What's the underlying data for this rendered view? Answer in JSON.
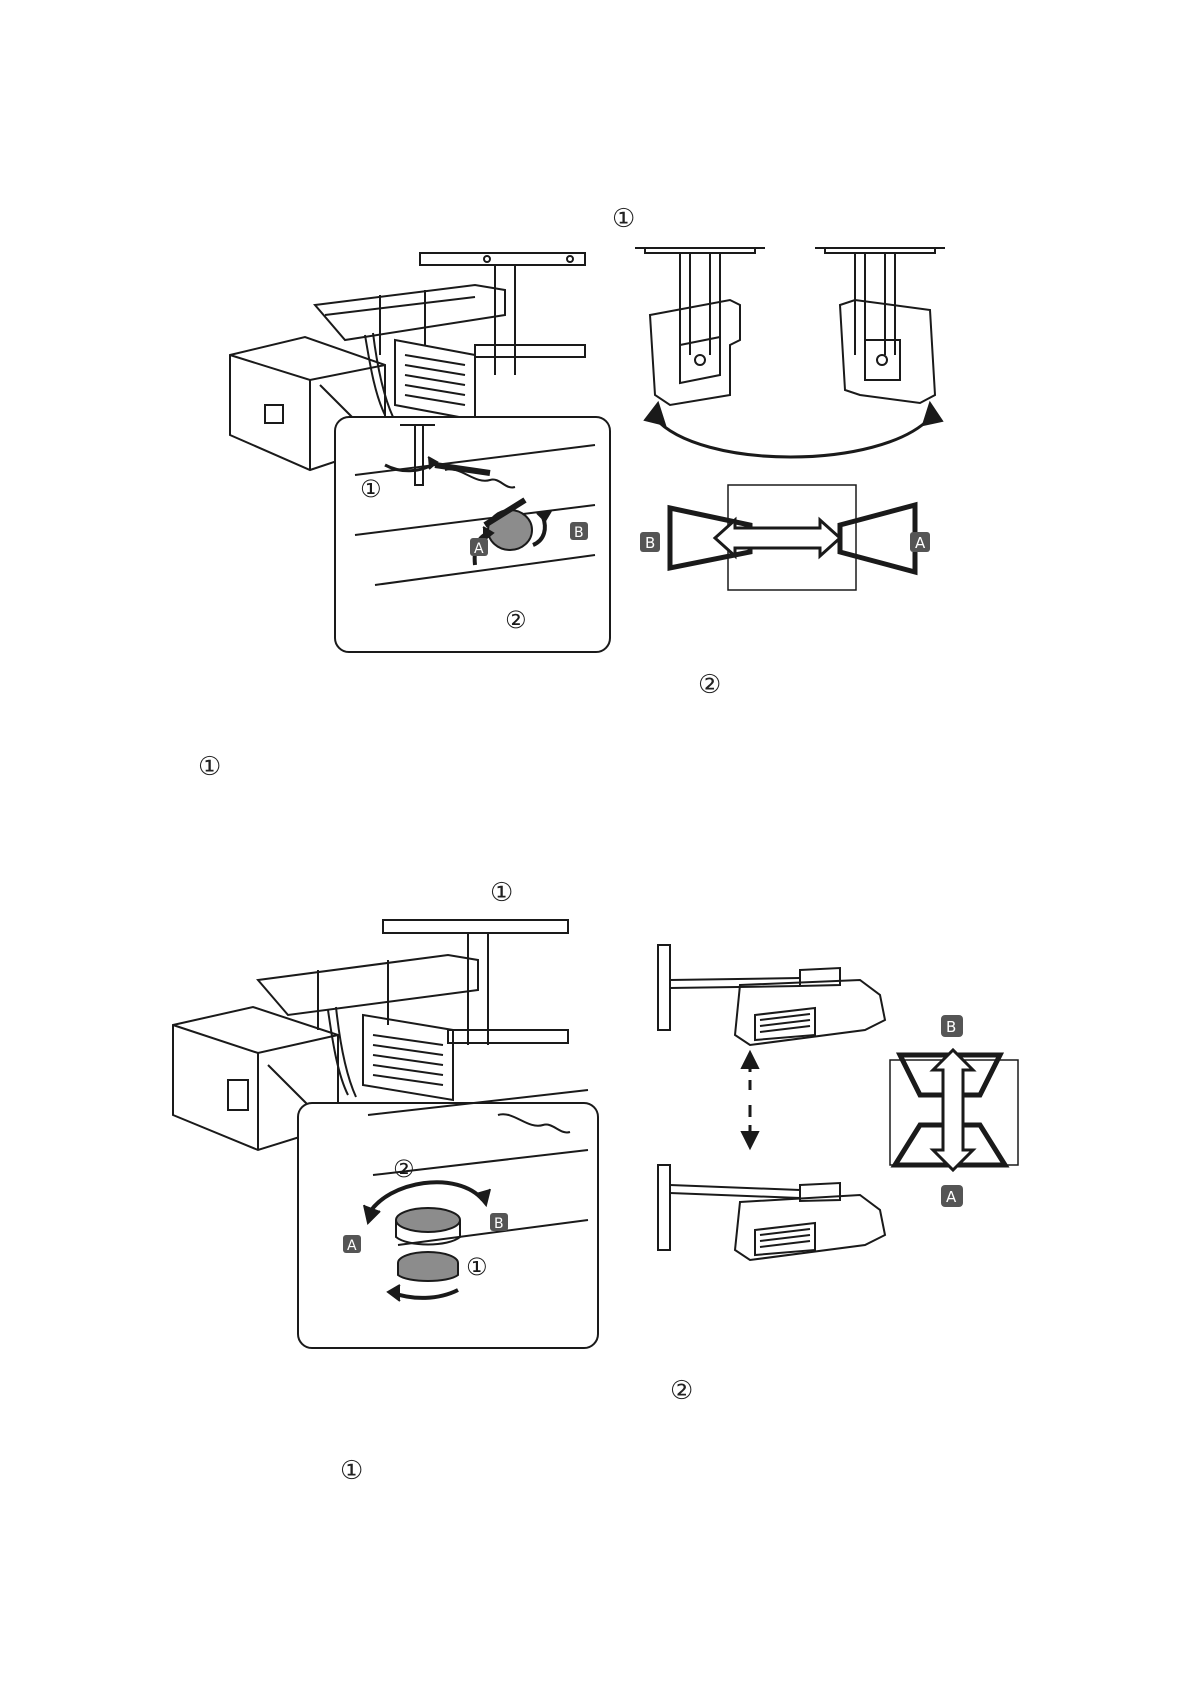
{
  "section1": {
    "markers": {
      "top": "①",
      "after_figure": "②",
      "body": "①"
    },
    "callout": {
      "step1": "①",
      "step2": "②",
      "badge_a": "A",
      "badge_b": "B"
    },
    "keystone": {
      "left_badge": "B",
      "right_badge": "A"
    }
  },
  "section2": {
    "markers": {
      "top": "①",
      "after_figure": "②",
      "body": "①"
    },
    "callout": {
      "step1": "①",
      "step2": "②",
      "badge_a": "A",
      "badge_b": "B"
    },
    "keystone": {
      "top_badge": "B",
      "bottom_badge": "A"
    }
  },
  "colors": {
    "line": "#1a1a1a",
    "badge_fill": "#555555",
    "badge_text": "#ffffff",
    "knob": "#8c8c8c"
  }
}
